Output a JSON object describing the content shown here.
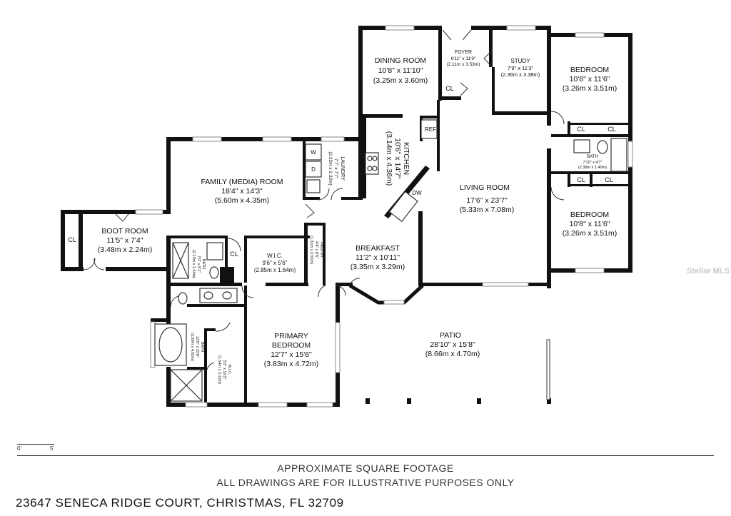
{
  "rooms": {
    "dining": {
      "name": "DINING ROOM",
      "dim1": "10'8\" x 11'10\"",
      "dim2": "(3.25m x 3.60m)"
    },
    "foyer": {
      "name": "FOYER",
      "dim1": "6'11\" x 11'9\"",
      "dim2": "(2.11m x 3.53m)"
    },
    "study": {
      "name": "STUDY",
      "dim1": "7'9\" x 11'3\"",
      "dim2": "(2.36m x 3.38m)"
    },
    "bedroom_top": {
      "name": "BEDROOM",
      "dim1": "10'8\" x 11'6\"",
      "dim2": "(3.26m x 3.51m)"
    },
    "kitchen": {
      "name": "KITCHEN",
      "dim1": "10'6\" x 14'7\"",
      "dim2": "(3.14m x 4.36m)"
    },
    "laundry": {
      "name": "LAUNDRY",
      "dim1": "7'7\" x 7'7\"",
      "dim2": "(2.32m x 2.32m)"
    },
    "family": {
      "name": "FAMILY (MEDIA) ROOM",
      "dim1": "18'4\" x 14'3\"",
      "dim2": "(5.60m x 4.35m)"
    },
    "living": {
      "name": "LIVING ROOM",
      "dim1": "17'6\" x 23'7\"",
      "dim2": "(5.33m x 7.08m)"
    },
    "bath_right": {
      "name": "BATH",
      "dim1": "7'10\" x 4'7\"",
      "dim2": "(2.38m x 1.40m)"
    },
    "bedroom_bottom": {
      "name": "BEDROOM",
      "dim1": "10'8\" x 11'6\"",
      "dim2": "(3.26m x 3.51m)"
    },
    "boot": {
      "name": "BOOT ROOM",
      "dim1": "11'5\" x 7'4\"",
      "dim2": "(3.48m x 2.24m)"
    },
    "bath_left": {
      "name": "BATH",
      "dim1": "7'0\" x 5'1\"",
      "dim2": "(2.13m x 1.54m)"
    },
    "wic_top": {
      "name": "W.I.C.",
      "dim1": "9'6\" x 5'6\"",
      "dim2": "(2.85m x 1.64m)"
    },
    "pantry": {
      "name": "PANTRY",
      "dim1": "4'4\" x 8'5\"",
      "dim2": "(1.31m x 2.53m)"
    },
    "breakfast": {
      "name": "BREAKFAST",
      "dim1": "11'2\" x 10'11\"",
      "dim2": "(3.35m x 3.29m)"
    },
    "primary": {
      "name1": "PRIMARY",
      "name2": "BEDROOM",
      "dim1": "12'7\" x 15'6\"",
      "dim2": "(3.83m x 4.72m)"
    },
    "patio": {
      "name": "PATIO",
      "dim1": "28'10\" x 15'8\"",
      "dim2": "(8.66m x 4.70m)"
    },
    "primary_bath": {
      "name": "BATH",
      "dim1": "12'0\" x 15'6\"",
      "dim2": "(3.59m x 4.65m)"
    },
    "wic_bottom": {
      "name": "W.I.C.",
      "dim1": "5'2\" x 10'5\"",
      "dim2": "(1.54m x 3.13m)"
    }
  },
  "fixtures": {
    "closet": "CL",
    "ref": "REF",
    "dw": "DW",
    "washer": "W",
    "dryer": "D"
  },
  "scale": {
    "start": "0'",
    "end": "5'"
  },
  "footer": {
    "line1": "APPROXIMATE SQUARE FOOTAGE",
    "line2": "ALL DRAWINGS ARE FOR ILLUSTRATIVE PURPOSES ONLY",
    "address": "23647 SENECA RIDGE COURT, CHRISTMAS, FL 32709"
  },
  "watermark": "Stellar MLS"
}
